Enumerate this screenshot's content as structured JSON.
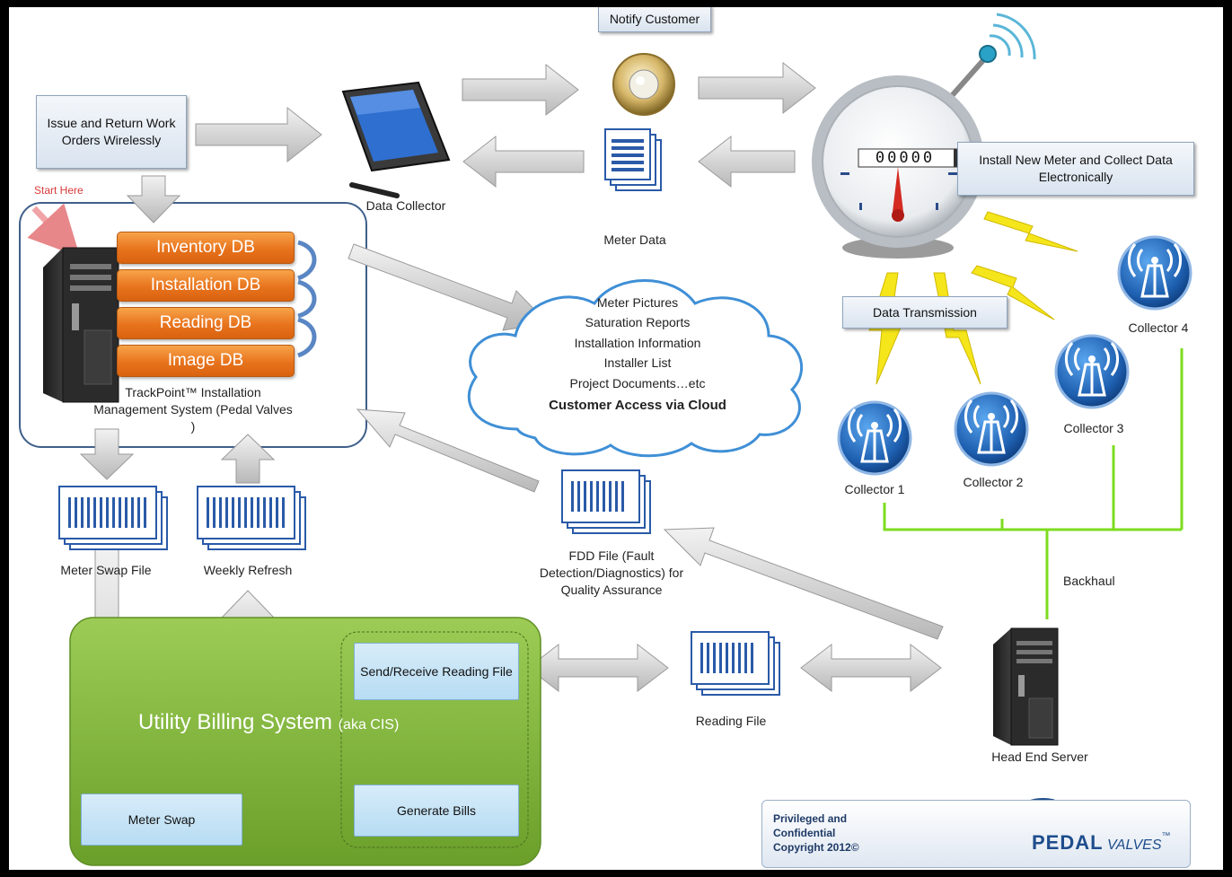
{
  "callouts": {
    "issue_orders": "Issue and Return Work Orders Wirelessly",
    "notify_customer": "Notify Customer",
    "install_meter": "Install New Meter and Collect Data Electronically",
    "data_transmission": "Data Transmission"
  },
  "labels": {
    "start_here": "Start Here",
    "data_collector": "Data Collector",
    "meter_data": "Meter Data",
    "trackpoint": "TrackPoint™ Installation Management System (Pedal Valves )",
    "meter_swap_file": "Meter Swap File",
    "weekly_refresh": "Weekly Refresh",
    "fdd_file": "FDD File (Fault Detection/Diagnostics) for Quality Assurance",
    "reading_file": "Reading File",
    "backhaul": "Backhaul",
    "head_end_server": "Head End Server"
  },
  "meter_counter": "00000",
  "databases": [
    "Inventory DB",
    "Installation DB",
    "Reading DB",
    "Image DB"
  ],
  "cloud": {
    "items": [
      "Meter Pictures",
      "Saturation Reports",
      "Installation Information",
      "Installer List",
      "Project Documents…etc"
    ],
    "title": "Customer Access via Cloud"
  },
  "collectors": [
    "Collector 1",
    "Collector 2",
    "Collector 3",
    "Collector 4"
  ],
  "billing": {
    "title": "Utility Billing System",
    "aka": "(aka CIS)",
    "send_receive": "Send/Receive Reading File",
    "generate_bills": "Generate Bills",
    "meter_swap": "Meter Swap"
  },
  "footer": {
    "notice": "Privileged and Confidential Copyright 2012©",
    "logo_text": "PEDAL",
    "logo_suffix": "VALVES",
    "tm": "™"
  },
  "colors": {
    "db_orange": "#e8731d",
    "billing_green": "#7fb33a",
    "backhaul_green": "#7ddc1f",
    "bolt_yellow": "#f5e51b",
    "arrow_grey": "#c9c9c9",
    "doc_blue": "#2a5aa8",
    "tower_blue": "#1e5fb0"
  }
}
